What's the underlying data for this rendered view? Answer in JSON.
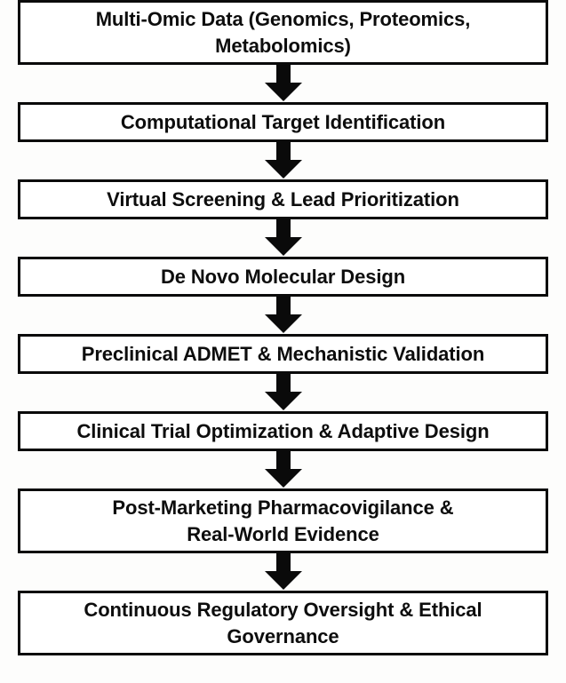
{
  "diagram": {
    "type": "vertical-flowchart",
    "background_color": "#fdfdfc",
    "node_border_color": "#0a0a0a",
    "node_fill_color": "#ffffff",
    "arrow_color": "#0a0a0a",
    "text_color": "#0d0d0d",
    "node_count": 8,
    "connector_count": 7,
    "connector_icon": "down-arrow-icon",
    "nodes": [
      {
        "id": "node-1",
        "label": "Multi-Omic Data (Genomics, Proteomics,\nMetabolomics)",
        "lines": 2
      },
      {
        "id": "node-2",
        "label": "Computational Target Identification",
        "lines": 1
      },
      {
        "id": "node-3",
        "label": "Virtual Screening & Lead Prioritization",
        "lines": 1
      },
      {
        "id": "node-4",
        "label": "De Novo Molecular Design",
        "lines": 1
      },
      {
        "id": "node-5",
        "label": "Preclinical ADMET & Mechanistic Validation",
        "lines": 1
      },
      {
        "id": "node-6",
        "label": "Clinical Trial Optimization & Adaptive Design",
        "lines": 1
      },
      {
        "id": "node-7",
        "label": "Post-Marketing Pharmacovigilance &\nReal-World Evidence",
        "lines": 2
      },
      {
        "id": "node-8",
        "label": "Continuous Regulatory Oversight & Ethical\nGovernance",
        "lines": 2
      }
    ]
  }
}
